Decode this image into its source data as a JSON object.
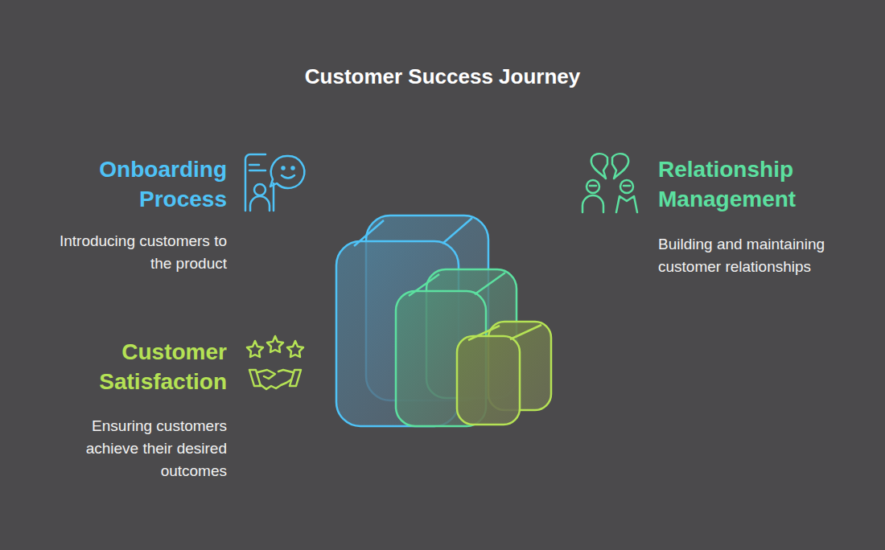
{
  "diagram": {
    "title": "Customer Success Journey",
    "labels": [
      "Onboarding Process",
      "Introducing customers to the product",
      "Relationship Management",
      "Building and maintaining customer relationships",
      "Customer Satisfaction",
      "Ensuring customers achieve their desired outcomes"
    ]
  }
}
